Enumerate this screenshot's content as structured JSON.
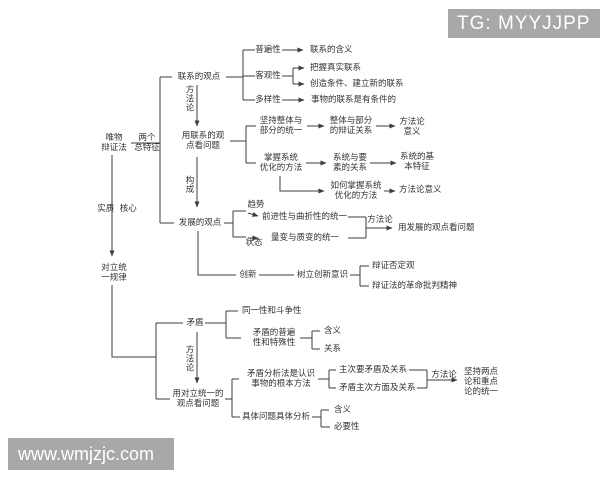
{
  "watermarks": {
    "top": "TG: MYYJJPP",
    "bottom": "www.wmjzjc.com"
  },
  "colors": {
    "line": "#3d3d3d",
    "text": "#333333",
    "watermark_bg": "#a8a8a8",
    "watermark_text": "#ffffff"
  },
  "nodes": {
    "root": "唯物\n辩证法",
    "two_features": "两个\n总特征",
    "essence_core": "实质  核心",
    "opposites_law": "对立统\n一规律",
    "connection_view": "联系的观点",
    "methodology_v1": "方\n法\n论",
    "use_connection_view": "用联系的观\n点看问题",
    "constitute": "构\n成",
    "development_view": "发展的观点",
    "universality": "普遍性",
    "objectivity": "客观性",
    "diversity": "多样性",
    "connection_meaning": "联系的含义",
    "grasp_real": "把握真实联系",
    "create_conditions": "创造条件、建立新的联系",
    "conditional": "事物的联系是有条件的",
    "whole_part_unity": "坚持整体与\n部分的统一",
    "whole_part_relation": "整体与部分\n的辩证关系",
    "method_meaning_1": "方法论\n意义",
    "system_optimize": "掌握系统\n优化的方法",
    "system_element": "系统与要\n素的关系",
    "system_features": "系统的基\n本特征",
    "how_system_optimize": "如何掌握系统\n优化的方法",
    "method_meaning_2": "方法论意义",
    "trend": "趋势",
    "state": "状态",
    "forward_twist": "前进性与曲折性的统一",
    "quantity_quality": "量变与质变的统一",
    "methodology_2": "方法论",
    "use_development_view": "用发展的观点看问题",
    "innovation": "创新",
    "innovation_sense": "树立创新意识",
    "dialectic_negation": "辩证否定观",
    "critical_spirit": "辩证法的革命批判精神",
    "contradiction": "矛盾",
    "identity_struggle": "同一性和斗争性",
    "universal_special": "矛盾的普遍\n性和特殊性",
    "meaning_1": "含义",
    "relation_1": "关系",
    "methodology_v2": "方\n法\n论",
    "use_opposites_view": "用对立统一的\n观点看问题",
    "analysis_method": "矛盾分析法是认识\n事物的根本方法",
    "major_minor": "主次要矛盾及关系",
    "principal_aspect": "矛盾主次方面及关系",
    "methodology_3": "方法论",
    "two_points": "坚持两点\n论和重点\n论的统一",
    "concrete_analysis": "具体问题具体分析",
    "meaning_2": "含义",
    "necessity": "必要性"
  }
}
